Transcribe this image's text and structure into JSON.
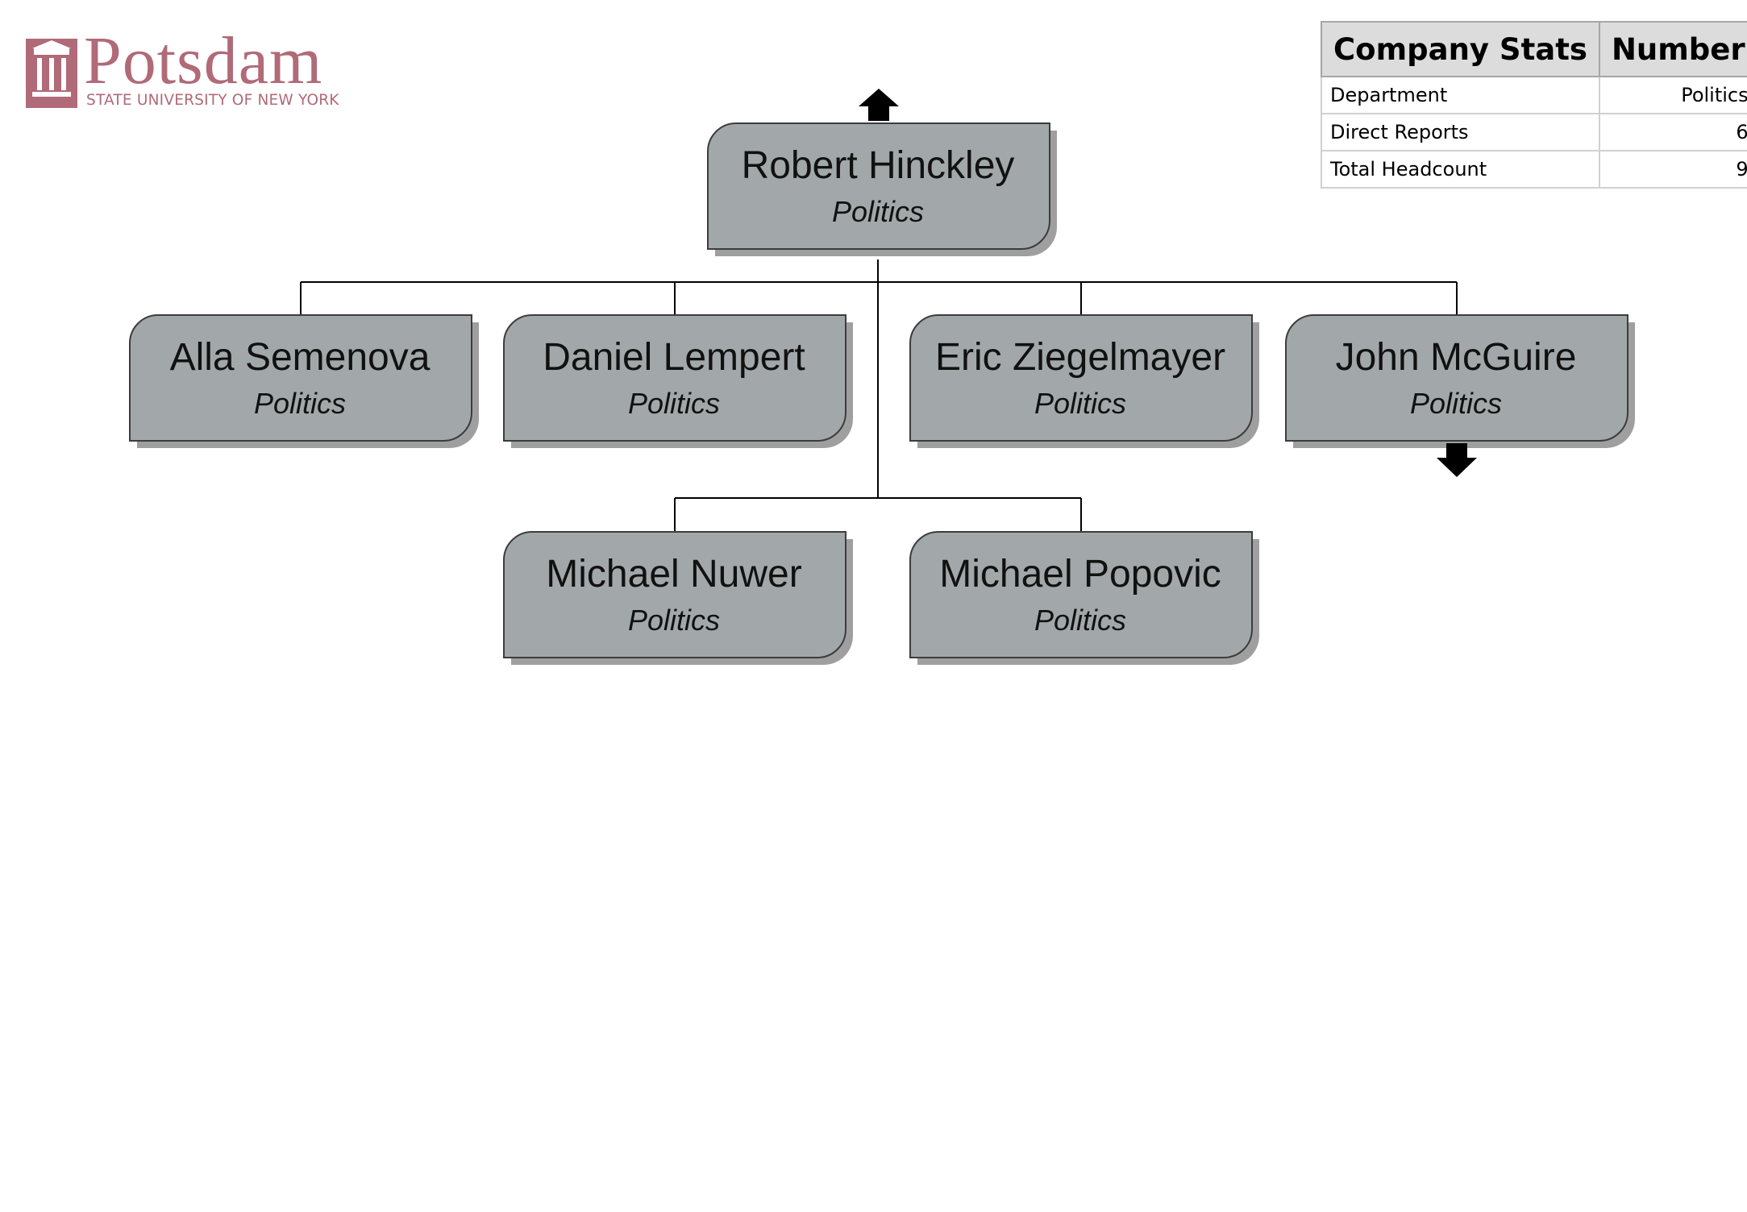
{
  "logo": {
    "wordmark": "Potsdam",
    "subtitle": "STATE UNIVERSITY OF NEW YORK",
    "color": "#b06a78"
  },
  "stats": {
    "header": [
      "Company Stats",
      "Number"
    ],
    "rows": [
      {
        "label": "Department",
        "value": "Politics"
      },
      {
        "label": "Direct Reports",
        "value": "6"
      },
      {
        "label": "Total Headcount",
        "value": "9"
      }
    ]
  },
  "org": {
    "root": {
      "name": "Robert Hinckley",
      "dept": "Politics",
      "has_manager": true
    },
    "reports": [
      {
        "name": "Alla Semenova",
        "dept": "Politics"
      },
      {
        "name": "Daniel Lempert",
        "dept": "Politics"
      },
      {
        "name": "Eric Ziegelmayer",
        "dept": "Politics"
      },
      {
        "name": "John McGuire",
        "dept": "Politics",
        "has_reports": true
      },
      {
        "name": "Michael Nuwer",
        "dept": "Politics"
      },
      {
        "name": "Michael Popovic",
        "dept": "Politics"
      }
    ],
    "colors": {
      "box_fill": "#a2a8aa",
      "box_border": "#3c3c3c",
      "shadow": "#8e8e8e",
      "line": "#000000"
    }
  }
}
